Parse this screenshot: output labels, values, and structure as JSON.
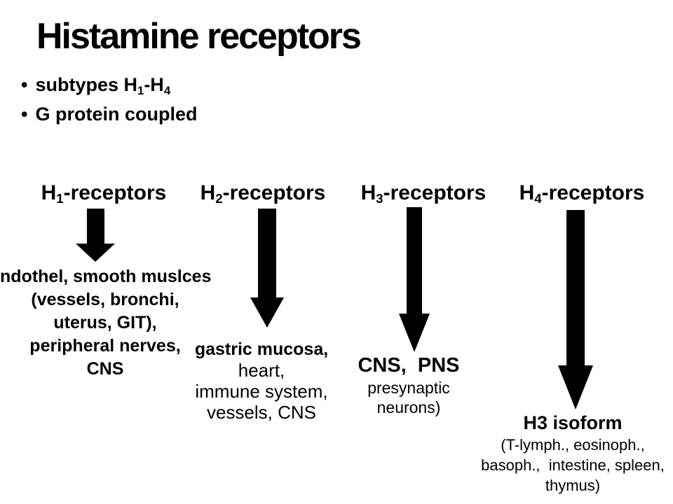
{
  "colors": {
    "background": "#ffffff",
    "text": "#000000",
    "arrow": "#000000"
  },
  "title": "Histamine receptors",
  "bullets": [
    {
      "marker": "•",
      "pre": "subtypes H",
      "sub1": "1",
      "mid": "-H",
      "sub2": "4"
    },
    {
      "marker": "•",
      "text": "G protein coupled"
    }
  ],
  "columns": [
    {
      "header": {
        "base": "H",
        "sub": "1",
        "rest": "-receptors"
      },
      "arrow_icon": "down-block-arrow",
      "lines": [
        "ndothel, smooth muslces",
        "(vessels, bronchi,",
        "uterus, GIT),",
        "peripheral nerves,",
        "CNS"
      ]
    },
    {
      "header": {
        "base": "H",
        "sub": "2",
        "rest": "-receptors"
      },
      "arrow_icon": "down-block-arrow",
      "lines": [
        "gastric mucosa,",
        "heart,",
        "immune system,",
        "vessels, CNS"
      ]
    },
    {
      "header": {
        "base": "H",
        "sub": "3",
        "rest": "-receptors"
      },
      "arrow_icon": "down-block-arrow",
      "lines": [
        "CNS,  PNS",
        "presynaptic",
        "neurons)"
      ]
    },
    {
      "header": {
        "base": "H",
        "sub": "4",
        "rest": "-receptors"
      },
      "arrow_icon": "down-block-arrow",
      "lines": [
        "H3 isoform",
        "(T-lymph., eosinoph.,",
        "basoph.,  intestine, spleen,",
        "thymus)"
      ]
    }
  ]
}
